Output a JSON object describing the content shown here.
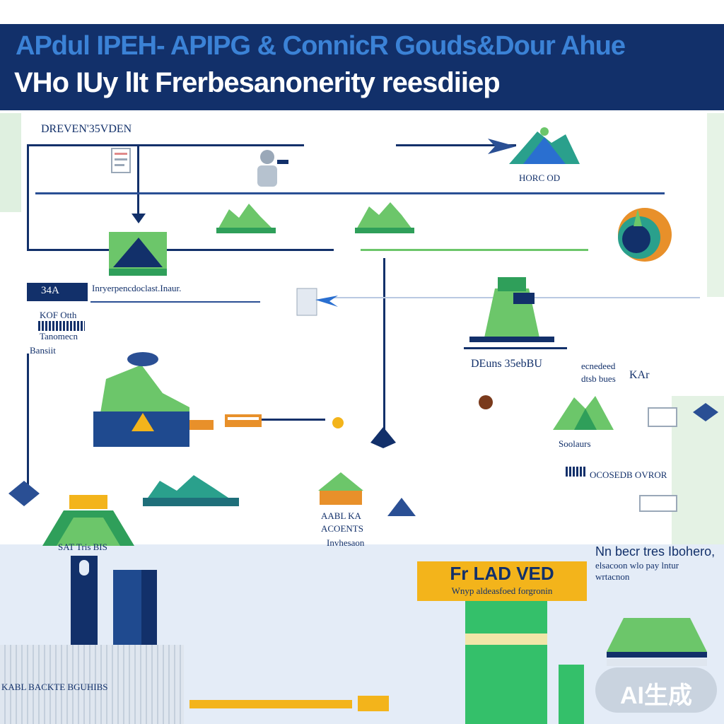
{
  "colors": {
    "navy": "#12306a",
    "navy_mid": "#2a4f94",
    "green": "#6cc66a",
    "green_dark": "#2f9f5a",
    "teal": "#2aa08c",
    "yellow": "#f3b41b",
    "orange": "#e8902a",
    "title_blue": "#3b82d6",
    "pale_blue": "#dfe9f6",
    "pale_green": "#cfeacf",
    "watermark": "#c9d3df"
  },
  "header": {
    "title": "APdul IPEH- APIPG & ConnicR Gouds&Dour Ahue",
    "subtitle": "VHo IUy lIt Frerbesanonerity reesdiiep"
  },
  "labels": {
    "top_left": "DREVEN'35VDEN",
    "horc": "HORC OD",
    "badge": "34A",
    "row_text": "Inryerpencdoclast.Inaur.",
    "left_block_1": "KOF Otth",
    "left_block_2": "Tanomecn",
    "left_block_3": "Bansiit",
    "deuns": "DEuns 35ebBU",
    "right_text_1": "ecnedeed",
    "right_text_2": "dtsb bues",
    "right_kar": "KAr",
    "sodars": "Soolaurs",
    "ovor": "OCOSEDB OVROR",
    "mid_label_1": "AABL KA",
    "mid_label_2": "ACOENTS",
    "mid_label_3": "Invhesaon",
    "bottom_left": "SAT Tris BIS",
    "right_heading": "Nn becr tres Ibohero,",
    "right_desc_1": "elsacoon wlo pay lntur",
    "right_desc_2": "wrtacnon",
    "banner_title": "Fr LAD VED",
    "banner_sub": "Wnyp aldeasfoed forgronin",
    "city_label": "KABL BACKTE BGUHIBS"
  },
  "watermark": "AI生成"
}
